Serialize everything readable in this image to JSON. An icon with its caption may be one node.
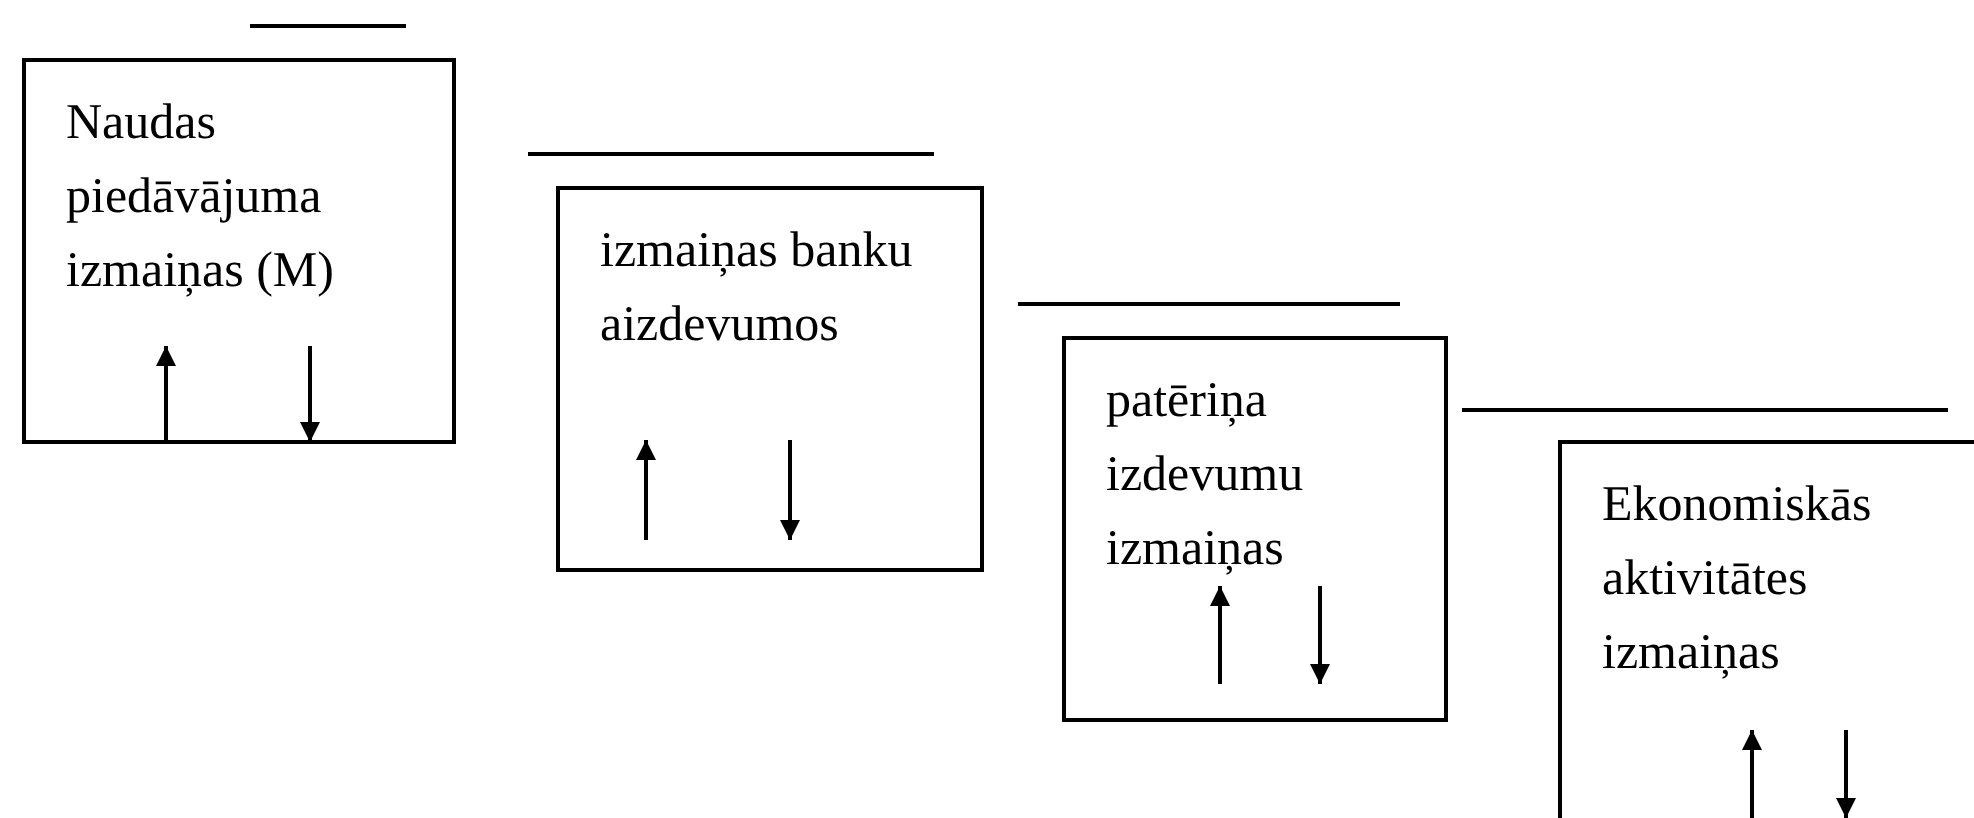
{
  "diagram": {
    "nodes": [
      {
        "text": [
          "Naudas piedāvājuma izmaiņas (M)"
        ]
      },
      {
        "text": [
          "izmaiņas banku aizdevumos"
        ]
      },
      {
        "text": [
          "patēriņa izdevumu izmaiņas"
        ]
      },
      {
        "text": [
          "Ekonomiskās aktivitātes izmaiņas"
        ]
      }
    ]
  }
}
